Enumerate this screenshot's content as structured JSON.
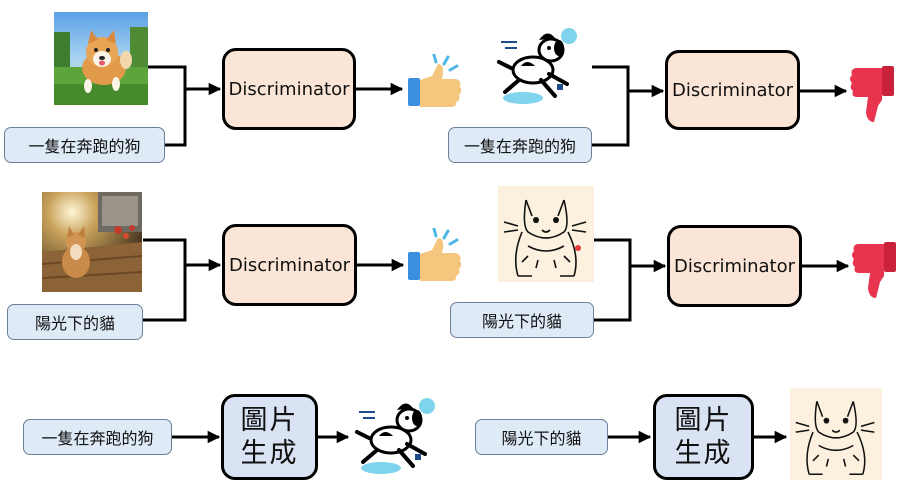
{
  "discriminator_label": "Discriminator",
  "generator_label": [
    "圖片",
    "生成"
  ],
  "captions": {
    "dog": "一隻在奔跑的狗",
    "cat": "陽光下的貓"
  },
  "icons": {
    "real_dog_photo": "shiba-dog-photo",
    "gen_dog": "cartoon-dog-illustration",
    "real_cat_photo": "cat-in-sunlight-photo",
    "gen_cat": "sketch-cat-illustration",
    "approve": "thumbs-up-icon",
    "reject": "thumbs-down-icon"
  },
  "colors": {
    "discriminator_fill": "#fbe5d6",
    "generator_fill": "#dae3f3",
    "caption_fill": "#deebf7",
    "thumbs_up_hand": "#f5c77e",
    "thumbs_up_cuff": "#3b8fe0",
    "thumbs_down": "#e8344e"
  }
}
